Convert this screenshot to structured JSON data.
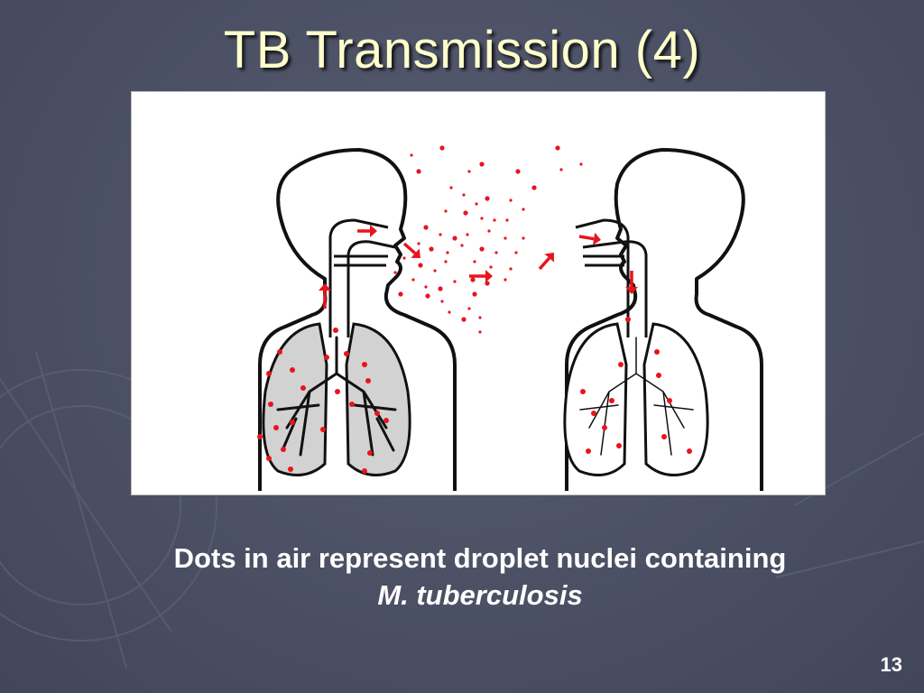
{
  "slide": {
    "title": "TB Transmission (4)",
    "caption_line1": "Dots in air represent droplet nuclei containing",
    "caption_line2": "M. tuberculosis",
    "page_number": "13"
  },
  "illustration": {
    "dot_color": "#e8141c",
    "arrow_color": "#e8141c",
    "outline_color": "#111111",
    "lung_fill_infected": "#d2d2d2",
    "lung_fill_exposed": "#ffffff"
  }
}
